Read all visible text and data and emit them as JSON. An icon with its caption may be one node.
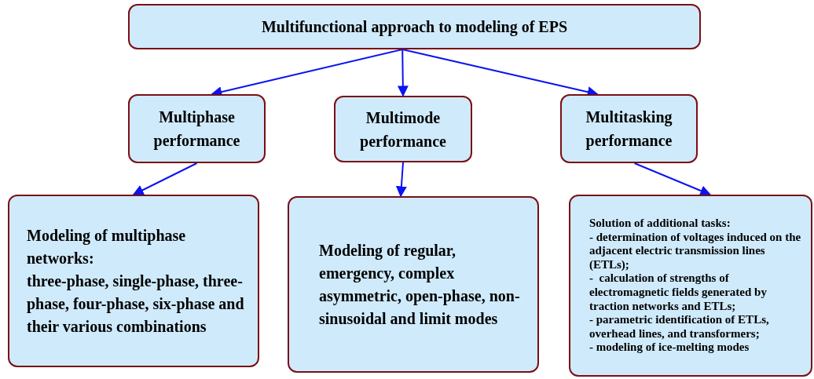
{
  "diagram": {
    "nodes": [
      {
        "text": [
          "Multifunctional approach to modeling of EPS"
        ]
      },
      {
        "text": [
          "Multiphase performance"
        ]
      },
      {
        "text": [
          "Multimode performance"
        ]
      },
      {
        "text": [
          "Multitasking performance"
        ]
      },
      {
        "text": [
          "Modeling of multiphase networks:",
          "three-phase, single-phase, three-phase, four-phase, six-phase and their various combinations"
        ]
      },
      {
        "text": [
          "Modeling of regular, emergency, complex asymmetric, open-phase, non-sinusoidal and limit modes"
        ]
      },
      {
        "text": [
          "Solution of additional tasks:",
          "- determination of voltages induced on the adjacent electric transmission lines (ETLs);",
          "-  calculation of strengths of electromagnetic fields generated by traction networks and ETLs;",
          "- parametric identification of ETLs, overhead lines, and transformers;",
          "- modeling of ice-melting modes"
        ]
      }
    ],
    "edges": [
      {
        "from": 0,
        "to": 1,
        "arrow": "to"
      },
      {
        "from": 0,
        "to": 2,
        "arrow": "to"
      },
      {
        "from": 0,
        "to": 3,
        "arrow": "to"
      },
      {
        "from": 1,
        "to": 4,
        "arrow": "to"
      },
      {
        "from": 2,
        "to": 5,
        "arrow": "to"
      },
      {
        "from": 3,
        "to": 6,
        "arrow": "to"
      }
    ]
  }
}
